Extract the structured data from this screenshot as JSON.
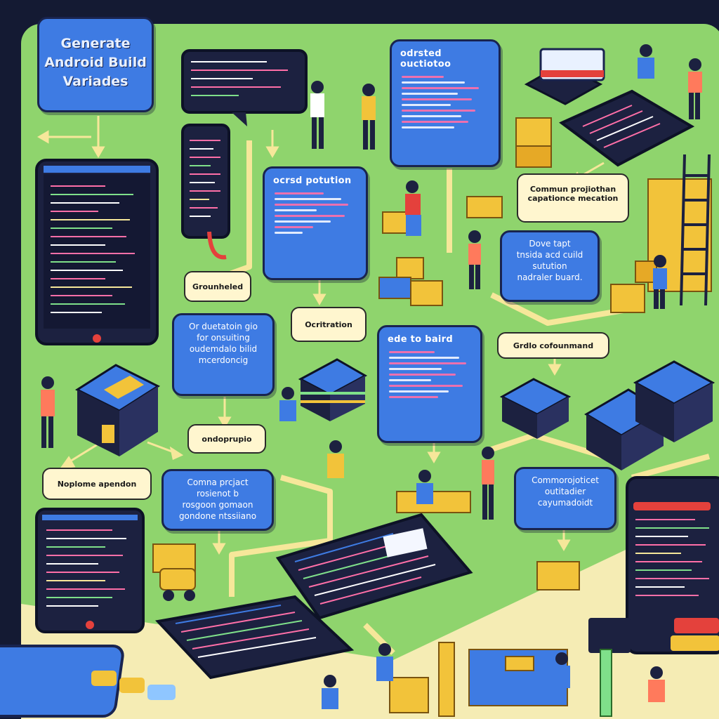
{
  "title_box": {
    "text": "Generate\nAndroid Build\nVariades"
  },
  "code_boxes": [
    {
      "id": "code-box-top",
      "heading": "odrsted ouctiotoo"
    },
    {
      "id": "code-box-mid-left",
      "heading": "ocrsd potution"
    },
    {
      "id": "code-box-center",
      "heading": "ede to baird"
    }
  ],
  "info_boxes": [
    {
      "id": "info-box-right",
      "text": "Dove tapt\ntnsida acd cuild\nsutution\nnadraler buard."
    },
    {
      "id": "info-box-left",
      "text": "Or duetatoin gio\nfor onsuiting\noudemdalo bilid\nmcerdoncig"
    },
    {
      "id": "info-box-bottom-left",
      "text": "Comna prcjact\nrosienot b\nrosgoon gomaon\ngondone ntssiiano"
    },
    {
      "id": "info-box-bottom-right",
      "text": "Commorojoticet\noutitadier\ncayumadoidt"
    }
  ],
  "labels": [
    {
      "id": "label-gradle",
      "text": "Grounheled"
    },
    {
      "id": "label-orchestration",
      "text": "Ocritration"
    },
    {
      "id": "label-common-projection",
      "text": "Commun projiothan\ncapationce mecation"
    },
    {
      "id": "label-gradle-command",
      "text": "Grdlo cofounmand"
    },
    {
      "id": "label-ondoprupio",
      "text": "ondoprupio"
    },
    {
      "id": "label-noplome",
      "text": "Noplome apendon"
    }
  ],
  "colors": {
    "background": "#8fd46d",
    "frame": "#141a33",
    "box": "#3e7be3",
    "path": "#f6e79a",
    "label": "#fff6cf"
  }
}
